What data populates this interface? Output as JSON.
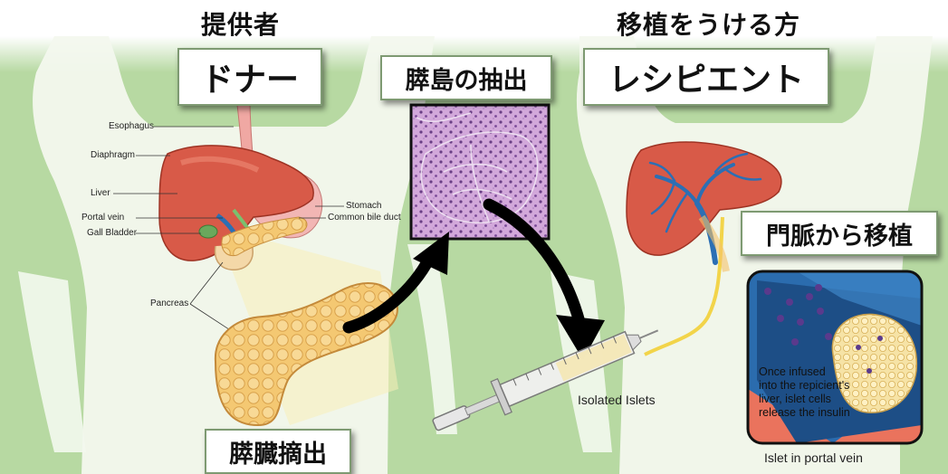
{
  "donor": {
    "caption": "提供者",
    "title": "ドナー",
    "organ_labels": {
      "esophagus": "Esophagus",
      "diaphragm": "Diaphragm",
      "liver": "Liver",
      "portal_vein": "Portal vein",
      "gall_bladder": "Gall Bladder",
      "stomach": "Stomach",
      "common_bile_duct": "Common bile duct",
      "pancreas": "Pancreas"
    },
    "resection_label": "膵臓摘出"
  },
  "isolation": {
    "title": "膵島の抽出",
    "syringe_label": "Isolated Islets"
  },
  "recipient": {
    "caption": "移植をうける方",
    "title": "レシピエント",
    "transplant_label": "門脈から移植",
    "inset_lines": [
      "Once infused",
      "into the repicient's",
      "liver, islet cells",
      "release the insulin"
    ],
    "inset_caption": "Islet in portal vein"
  },
  "colors": {
    "background_green": "#b7d9a2",
    "body_silhouette": "#f3f8ee",
    "liver": "#d85a48",
    "pancreas": "#f2c06b",
    "histology": "#c89ad0",
    "vein_blue": "#2c6fb4",
    "vein_red": "#e9735e",
    "arrow": "#000000",
    "box_border": "#7e9a72"
  }
}
